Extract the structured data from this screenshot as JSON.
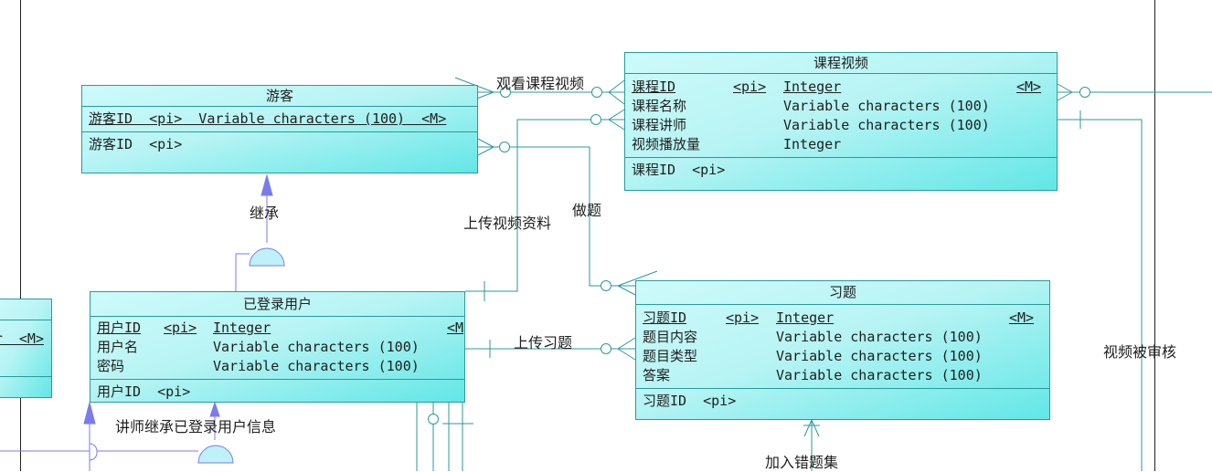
{
  "entities": {
    "visitor": {
      "name": "游客",
      "pk_row": "游客ID  <pi>  Variable characters (100)  <M>",
      "index": "游客ID  <pi>"
    },
    "course_video": {
      "name": "课程视频",
      "attributes": [
        {
          "name": "课程ID",
          "pi": "<pi>",
          "type": "Integer",
          "m": "<M>"
        },
        {
          "name": "课程名称",
          "pi": "",
          "type": "Variable characters (100)",
          "m": ""
        },
        {
          "name": "课程讲师",
          "pi": "",
          "type": "Variable characters (100)",
          "m": ""
        },
        {
          "name": "视频播放量",
          "pi": "",
          "type": "Integer",
          "m": ""
        }
      ],
      "index": "课程ID  <pi>"
    },
    "logged_user": {
      "name": "已登录用户",
      "attributes": [
        {
          "name": "用户ID",
          "pi": "<pi>",
          "type": "Integer",
          "m": "<M"
        },
        {
          "name": "用户名",
          "pi": "",
          "type": "Variable characters (100)",
          "m": ""
        },
        {
          "name": "密码",
          "pi": "",
          "type": "Variable characters (100)",
          "m": ""
        }
      ],
      "index": "用户ID  <pi>"
    },
    "exercise": {
      "name": "习题",
      "attributes": [
        {
          "name": "习题ID",
          "pi": "<pi>",
          "type": "Integer",
          "m": "<M>"
        },
        {
          "name": "题目内容",
          "pi": "",
          "type": "Variable characters (100)",
          "m": ""
        },
        {
          "name": "题目类型",
          "pi": "",
          "type": "Variable characters (100)",
          "m": ""
        },
        {
          "name": "答案",
          "pi": "",
          "type": "Variable characters (100)",
          "m": ""
        }
      ],
      "index": "习题ID  <pi>"
    },
    "left_partial": {
      "pk_row": "r  <M>"
    }
  },
  "relationships": {
    "watch_video": "观看课程视频",
    "inherit": "继承",
    "upload_video": "上传视频资料",
    "do_exercise": "做题",
    "upload_exercise": "上传习题",
    "video_review": "视频被审核",
    "teacher_inherit": "讲师继承已登录用户信息",
    "add_wrong_set": "加入错题集"
  },
  "colors": {
    "entity_border": "#2a9a9a",
    "entity_fill_light": "#cdfafa",
    "entity_fill_dark": "#63e6e6",
    "inherit_symbol": "#7b7bee",
    "frame": "#222222"
  }
}
